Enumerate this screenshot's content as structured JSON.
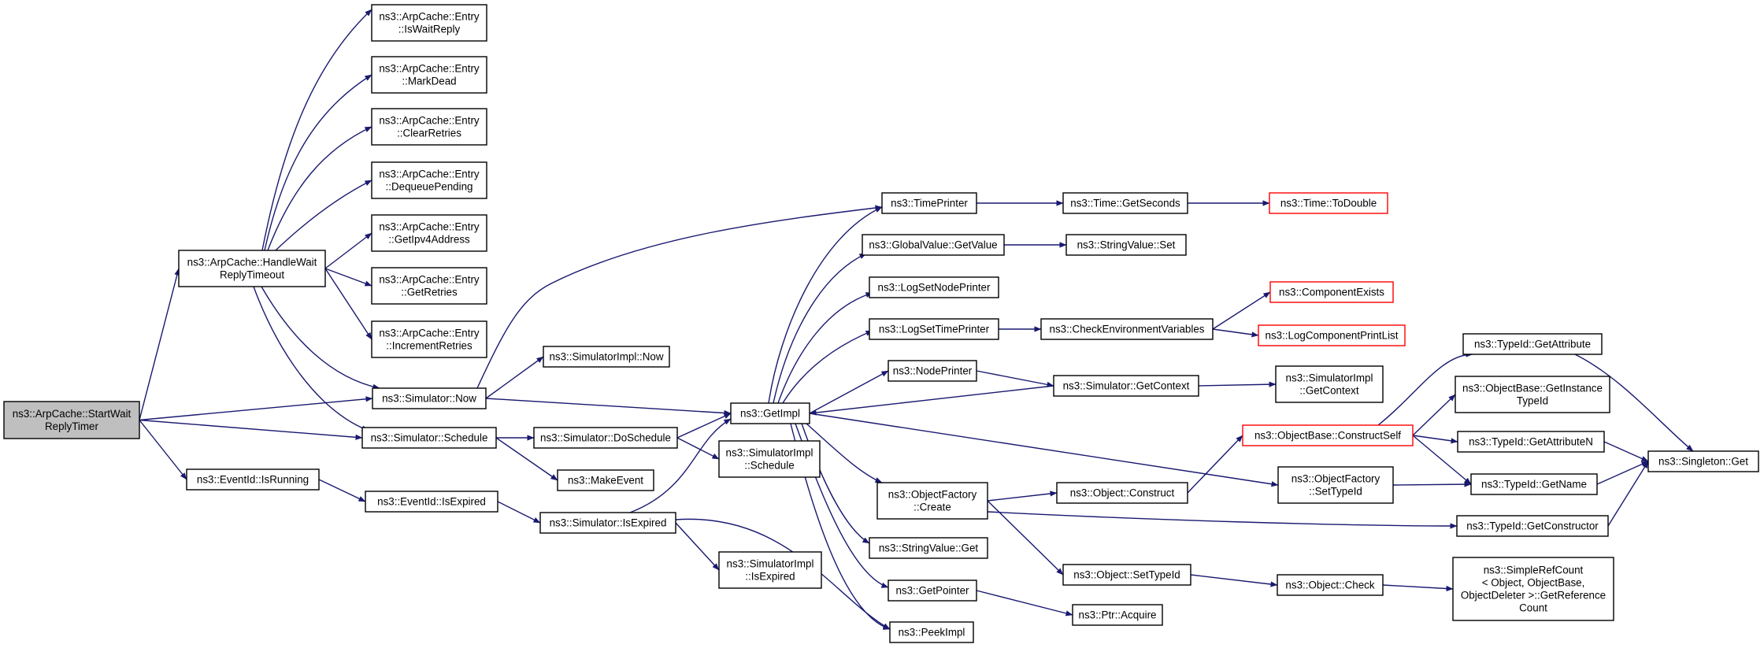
{
  "graph": {
    "root": "ns3::ArpCache::StartWaitReplyTimer",
    "edge_color": "#191970",
    "truncated_border_color": "#ff0000",
    "root_fill": "#bfbfbf",
    "nodes": [
      {
        "id": "start",
        "lines": [
          "ns3::ArpCache::StartWait",
          "ReplyTimer"
        ],
        "style": "root"
      },
      {
        "id": "handle",
        "lines": [
          "ns3::ArpCache::HandleWait",
          "ReplyTimeout"
        ]
      },
      {
        "id": "isWaitReply",
        "lines": [
          "ns3::ArpCache::Entry",
          "::IsWaitReply"
        ]
      },
      {
        "id": "markDead",
        "lines": [
          "ns3::ArpCache::Entry",
          "::MarkDead"
        ]
      },
      {
        "id": "clearRetries",
        "lines": [
          "ns3::ArpCache::Entry",
          "::ClearRetries"
        ]
      },
      {
        "id": "dequeuePending",
        "lines": [
          "ns3::ArpCache::Entry",
          "::DequeuePending"
        ]
      },
      {
        "id": "getIpv4",
        "lines": [
          "ns3::ArpCache::Entry",
          "::GetIpv4Address"
        ]
      },
      {
        "id": "getRetries",
        "lines": [
          "ns3::ArpCache::Entry",
          "::GetRetries"
        ]
      },
      {
        "id": "incRetries",
        "lines": [
          "ns3::ArpCache::Entry",
          "::IncrementRetries"
        ]
      },
      {
        "id": "simNow",
        "lines": [
          "ns3::Simulator::Now"
        ]
      },
      {
        "id": "simImplNow",
        "lines": [
          "ns3::SimulatorImpl::Now"
        ]
      },
      {
        "id": "simSchedule",
        "lines": [
          "ns3::Simulator::Schedule"
        ]
      },
      {
        "id": "doSchedule",
        "lines": [
          "ns3::Simulator::DoSchedule"
        ]
      },
      {
        "id": "makeEvent",
        "lines": [
          "ns3::MakeEvent"
        ]
      },
      {
        "id": "simImplSchedule",
        "lines": [
          "ns3::SimulatorImpl",
          "::Schedule"
        ]
      },
      {
        "id": "evIsRunning",
        "lines": [
          "ns3::EventId::IsRunning"
        ]
      },
      {
        "id": "evIsExpired",
        "lines": [
          "ns3::EventId::IsExpired"
        ]
      },
      {
        "id": "simIsExpired",
        "lines": [
          "ns3::Simulator::IsExpired"
        ]
      },
      {
        "id": "simImplIsExpired",
        "lines": [
          "ns3::SimulatorImpl",
          "::IsExpired"
        ]
      },
      {
        "id": "getImpl",
        "lines": [
          "ns3::GetImpl"
        ]
      },
      {
        "id": "timePrinter",
        "lines": [
          "ns3::TimePrinter"
        ]
      },
      {
        "id": "getSeconds",
        "lines": [
          "ns3::Time::GetSeconds"
        ]
      },
      {
        "id": "toDouble",
        "lines": [
          "ns3::Time::ToDouble"
        ],
        "style": "red"
      },
      {
        "id": "globalGetValue",
        "lines": [
          "ns3::GlobalValue::GetValue"
        ]
      },
      {
        "id": "stringSet",
        "lines": [
          "ns3::StringValue::Set"
        ]
      },
      {
        "id": "logSetNode",
        "lines": [
          "ns3::LogSetNodePrinter"
        ]
      },
      {
        "id": "logSetTime",
        "lines": [
          "ns3::LogSetTimePrinter"
        ]
      },
      {
        "id": "checkEnv",
        "lines": [
          "ns3::CheckEnvironmentVariables"
        ]
      },
      {
        "id": "compExists",
        "lines": [
          "ns3::ComponentExists"
        ],
        "style": "red"
      },
      {
        "id": "logCompPrint",
        "lines": [
          "ns3::LogComponentPrintList"
        ],
        "style": "red"
      },
      {
        "id": "nodePrinter",
        "lines": [
          "ns3::NodePrinter"
        ]
      },
      {
        "id": "getContext",
        "lines": [
          "ns3::Simulator::GetContext"
        ]
      },
      {
        "id": "implGetContext",
        "lines": [
          "ns3::SimulatorImpl",
          "::GetContext"
        ]
      },
      {
        "id": "factCreate",
        "lines": [
          "ns3::ObjectFactory",
          "::Create"
        ]
      },
      {
        "id": "objConstruct",
        "lines": [
          "ns3::Object::Construct"
        ]
      },
      {
        "id": "constructSelf",
        "lines": [
          "ns3::ObjectBase::ConstructSelf"
        ],
        "style": "red"
      },
      {
        "id": "factSetTypeId",
        "lines": [
          "ns3::ObjectFactory",
          "::SetTypeId"
        ]
      },
      {
        "id": "stringGet",
        "lines": [
          "ns3::StringValue::Get"
        ]
      },
      {
        "id": "getPointer",
        "lines": [
          "ns3::GetPointer"
        ]
      },
      {
        "id": "ptrAcquire",
        "lines": [
          "ns3::Ptr::Acquire"
        ]
      },
      {
        "id": "peekImpl",
        "lines": [
          "ns3::PeekImpl"
        ]
      },
      {
        "id": "objSetTypeId",
        "lines": [
          "ns3::Object::SetTypeId"
        ]
      },
      {
        "id": "objCheck",
        "lines": [
          "ns3::Object::Check"
        ]
      },
      {
        "id": "getRefCount",
        "lines": [
          "ns3::SimpleRefCount",
          "< Object, ObjectBase,",
          "ObjectDeleter >::GetReference",
          "Count"
        ]
      },
      {
        "id": "tidGetAttr",
        "lines": [
          "ns3::TypeId::GetAttribute"
        ]
      },
      {
        "id": "getInstTid",
        "lines": [
          "ns3::ObjectBase::GetInstance",
          "TypeId"
        ]
      },
      {
        "id": "tidGetAttrN",
        "lines": [
          "ns3::TypeId::GetAttributeN"
        ]
      },
      {
        "id": "tidGetName",
        "lines": [
          "ns3::TypeId::GetName"
        ]
      },
      {
        "id": "tidGetCtor",
        "lines": [
          "ns3::TypeId::GetConstructor"
        ]
      },
      {
        "id": "singletonGet",
        "lines": [
          "ns3::Singleton::Get"
        ]
      }
    ],
    "edges": [
      [
        "start",
        "handle"
      ],
      [
        "start",
        "simNow"
      ],
      [
        "start",
        "simSchedule"
      ],
      [
        "start",
        "evIsRunning"
      ],
      [
        "handle",
        "isWaitReply"
      ],
      [
        "handle",
        "markDead"
      ],
      [
        "handle",
        "clearRetries"
      ],
      [
        "handle",
        "dequeuePending"
      ],
      [
        "handle",
        "getIpv4"
      ],
      [
        "handle",
        "getRetries"
      ],
      [
        "handle",
        "incRetries"
      ],
      [
        "handle",
        "simNow"
      ],
      [
        "handle",
        "simSchedule"
      ],
      [
        "simNow",
        "timePrinter"
      ],
      [
        "simNow",
        "simImplNow"
      ],
      [
        "simNow",
        "getImpl"
      ],
      [
        "simSchedule",
        "doSchedule"
      ],
      [
        "simSchedule",
        "makeEvent"
      ],
      [
        "doSchedule",
        "getImpl"
      ],
      [
        "doSchedule",
        "simImplSchedule"
      ],
      [
        "evIsRunning",
        "evIsExpired"
      ],
      [
        "evIsExpired",
        "simIsExpired"
      ],
      [
        "simIsExpired",
        "getImpl"
      ],
      [
        "simIsExpired",
        "simImplIsExpired"
      ],
      [
        "simIsExpired",
        "peekImpl"
      ],
      [
        "getImpl",
        "timePrinter"
      ],
      [
        "getImpl",
        "globalGetValue"
      ],
      [
        "getImpl",
        "logSetNode"
      ],
      [
        "getImpl",
        "logSetTime"
      ],
      [
        "getImpl",
        "nodePrinter"
      ],
      [
        "getImpl",
        "factCreate"
      ],
      [
        "getImpl",
        "factSetTypeId"
      ],
      [
        "getImpl",
        "stringGet"
      ],
      [
        "getImpl",
        "getPointer"
      ],
      [
        "getImpl",
        "peekImpl"
      ],
      [
        "timePrinter",
        "getSeconds"
      ],
      [
        "getSeconds",
        "toDouble"
      ],
      [
        "globalGetValue",
        "stringSet"
      ],
      [
        "logSetTime",
        "checkEnv"
      ],
      [
        "checkEnv",
        "compExists"
      ],
      [
        "checkEnv",
        "logCompPrint"
      ],
      [
        "nodePrinter",
        "getContext"
      ],
      [
        "getContext",
        "getImpl"
      ],
      [
        "getContext",
        "implGetContext"
      ],
      [
        "factCreate",
        "objConstruct"
      ],
      [
        "factCreate",
        "objSetTypeId"
      ],
      [
        "factCreate",
        "tidGetCtor"
      ],
      [
        "objConstruct",
        "constructSelf"
      ],
      [
        "constructSelf",
        "tidGetAttr"
      ],
      [
        "constructSelf",
        "getInstTid"
      ],
      [
        "constructSelf",
        "tidGetAttrN"
      ],
      [
        "constructSelf",
        "tidGetName"
      ],
      [
        "factSetTypeId",
        "tidGetName"
      ],
      [
        "getPointer",
        "ptrAcquire"
      ],
      [
        "objSetTypeId",
        "objCheck"
      ],
      [
        "objCheck",
        "getRefCount"
      ],
      [
        "tidGetAttr",
        "singletonGet"
      ],
      [
        "tidGetAttrN",
        "singletonGet"
      ],
      [
        "tidGetName",
        "singletonGet"
      ],
      [
        "tidGetCtor",
        "singletonGet"
      ]
    ]
  }
}
